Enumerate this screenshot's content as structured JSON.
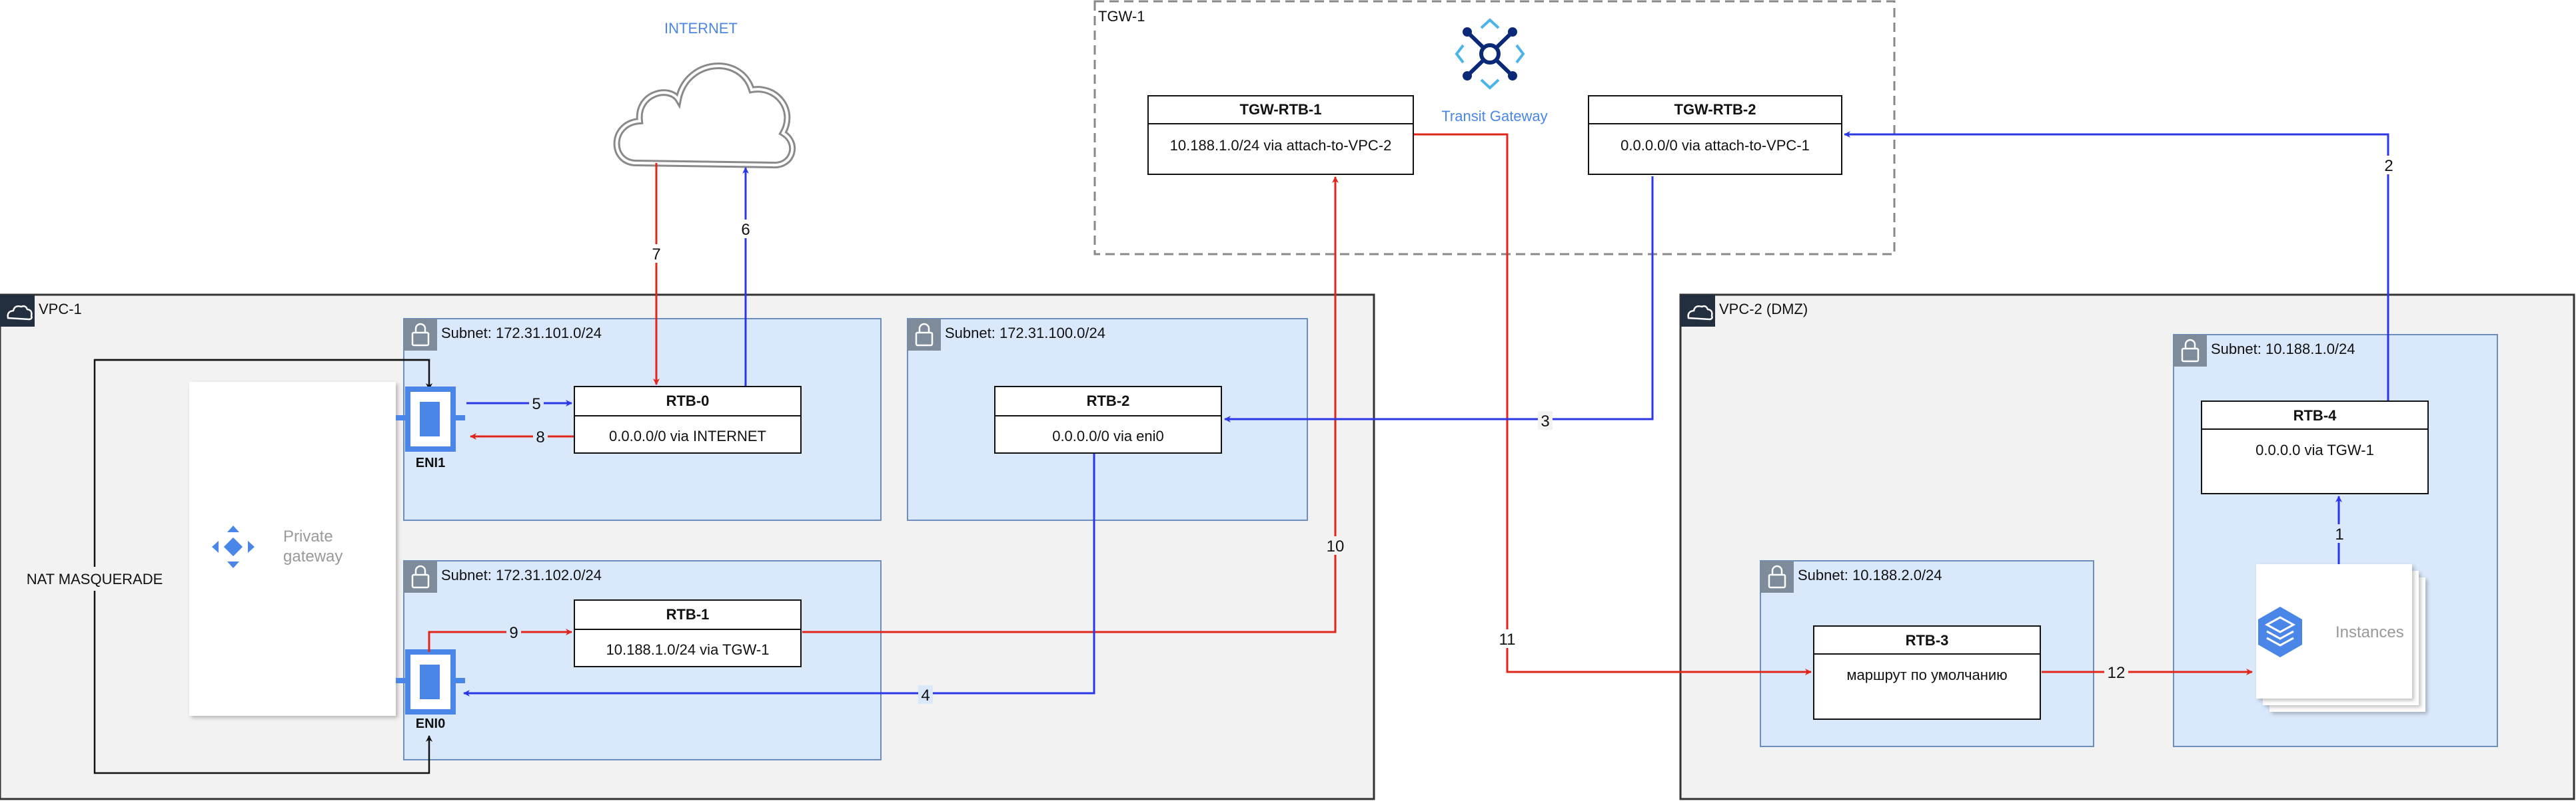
{
  "colors": {
    "red": "#e0251b",
    "blue": "#2b36e8",
    "subnet_fill": "#dae8fc",
    "subnet_border": "#6c8ebf",
    "vpc_border": "#333333",
    "vpc_fill": "#f2f2f2",
    "icon_blue": "#4a86e8",
    "tgw_navy": "#0a2a78",
    "gray_label": "#999999"
  },
  "internet": {
    "label": "INTERNET"
  },
  "tgw": {
    "label": "TGW-1",
    "gateway_label": "Transit Gateway",
    "rtb1": {
      "title": "TGW-RTB-1",
      "route": "10.188.1.0/24 via attach-to-VPC-2"
    },
    "rtb2": {
      "title": "TGW-RTB-2",
      "route": "0.0.0.0/0 via attach-to-VPC-1"
    }
  },
  "vpc1": {
    "label": "VPC-1",
    "nat_label": "NAT MASQUERADE",
    "private_gateway_label": "Private\ngateway",
    "eni1_label": "ENI1",
    "eni0_label": "ENI0",
    "subnet_a": {
      "label": "Subnet: 172.31.101.0/24",
      "rtb": {
        "title": "RTB-0",
        "route": "0.0.0.0/0 via INTERNET"
      }
    },
    "subnet_b": {
      "label": "Subnet: 172.31.100.0/24",
      "rtb": {
        "title": "RTB-2",
        "route": "0.0.0.0/0 via eni0"
      }
    },
    "subnet_c": {
      "label": "Subnet: 172.31.102.0/24",
      "rtb": {
        "title": "RTB-1",
        "route": "10.188.1.0/24 via TGW-1"
      }
    }
  },
  "vpc2": {
    "label": "VPC-2 (DMZ)",
    "subnet_a": {
      "label": "Subnet: 10.188.2.0/24",
      "rtb": {
        "title": "RTB-3",
        "route": "маршрут по умолчанию"
      }
    },
    "subnet_b": {
      "label": "Subnet: 10.188.1.0/24",
      "rtb": {
        "title": "RTB-4",
        "route": "0.0.0.0 via TGW-1"
      }
    },
    "instances_label": "Instances"
  },
  "step_labels": [
    "1",
    "2",
    "3",
    "4",
    "5",
    "6",
    "7",
    "8",
    "9",
    "10",
    "11",
    "12"
  ]
}
